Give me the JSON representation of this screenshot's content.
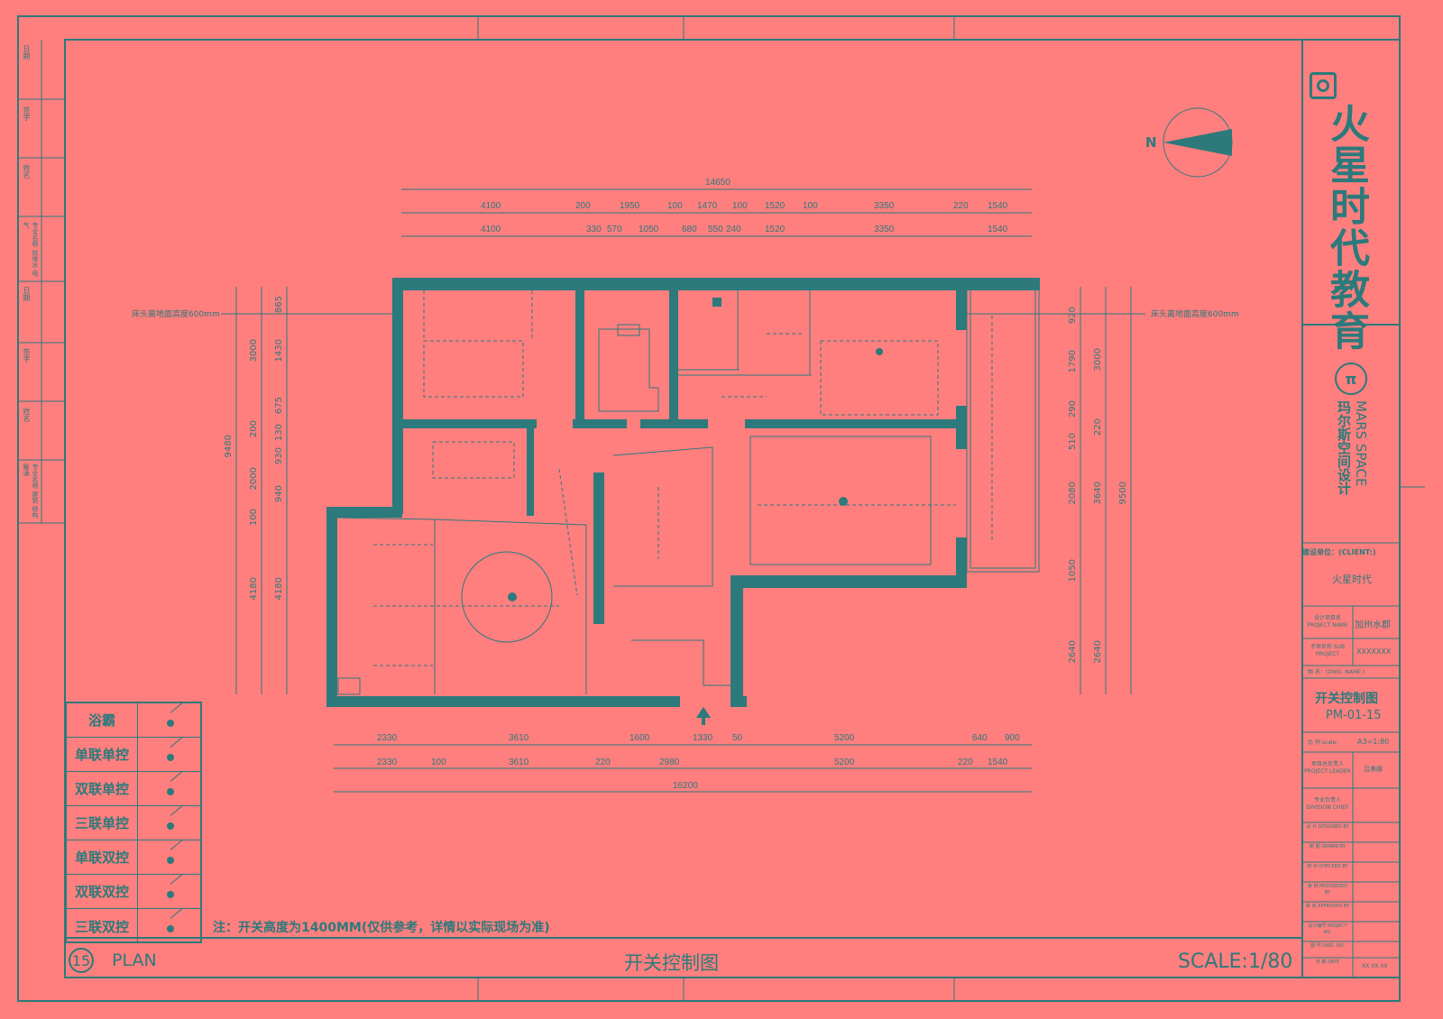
{
  "colors": {
    "background": "#ff7f7f",
    "line": "#2c7a7b",
    "wall": "#2c7a7b"
  },
  "north_label": "N",
  "side_note_left": "床头离地面高度600mm",
  "side_note_right": "床头离地面高度600mm",
  "top_dims": {
    "total": "14650",
    "row1": [
      "4100",
      "200",
      "1950",
      "100",
      "1470",
      "100",
      "1520",
      "100",
      "3350",
      "220",
      "1540"
    ],
    "row2": [
      "4100",
      "330",
      "570",
      "1050",
      "680",
      "550",
      "240",
      "1520",
      "3350",
      "1540"
    ]
  },
  "bottom_dims": {
    "row1": [
      "2330",
      "3610",
      "1600",
      "1330",
      "50",
      "5200",
      "640",
      "900"
    ],
    "row2": [
      "2330",
      "100",
      "3610",
      "220",
      "2980",
      "5200",
      "220",
      "1540"
    ],
    "total": "16200"
  },
  "left_dims": {
    "outer": "9480",
    "col1": [
      "3000",
      "200",
      "2000",
      "100",
      "4180"
    ],
    "col2": [
      "865",
      "1430",
      "675",
      "130",
      "930",
      "940",
      "4180"
    ]
  },
  "right_dims": {
    "col1": [
      "920",
      "1790",
      "290",
      "510",
      "2080",
      "1050",
      "2640"
    ],
    "col2": [
      "3000",
      "220",
      "3640",
      "2640"
    ],
    "outer": "9500"
  },
  "legend": [
    {
      "label": "浴霸"
    },
    {
      "label": "单联单控"
    },
    {
      "label": "双联单控"
    },
    {
      "label": "三联单控"
    },
    {
      "label": "单联双控"
    },
    {
      "label": "双联双控"
    },
    {
      "label": "三联双控"
    }
  ],
  "note": "注：开关高度为1400MM(仅供参考，详情以实际现场为准)",
  "footer": {
    "number": "15",
    "plan": "PLAN",
    "title": "开关控制图",
    "scale": "SCALE:1/80"
  },
  "left_strip": {
    "upper": [
      "日期",
      "签字",
      "姓名",
      "专业名称 给排水 电 气"
    ],
    "lower": [
      "日期",
      "签字",
      "姓名",
      "专业名称 建筑 结构 暖通"
    ]
  },
  "title_block": {
    "brand": "火星时代教育",
    "studio_en": "MARS SPACE",
    "studio_cn": "玛尔斯空间设计",
    "client_label": "建设单位：(CLIENT:)",
    "client": "火星时代",
    "project_name_label": "设计项目名 PROJECT NAME",
    "project_name": "加州水郡",
    "sub_project_label": "子项名称 SUB PROJECT",
    "sub_project": "XXXXXXX",
    "dwg_name_label": "图 名：(DWG. NAME:)",
    "dwg_title": "开关控制图",
    "dwg_no": "PM-01-15",
    "scale_label": "比 例 scale:",
    "scale": "A3=1:80",
    "project_leader_label": "项目总负责人 PROJECT LEADER",
    "project_leader": "吕美娜",
    "division_chief_label": "专业负责人 DIVISION CHIEF",
    "rows": [
      "设 计 DESIGNED BY",
      "制 图 DRAWN BY",
      "校 对 CHECKED BY",
      "审 核 PROCEEDED BY",
      "审 定 APPROVED BY",
      "设计编号 PROJECT NO.",
      "图 号 DWG. NO.",
      "日 期 DATE"
    ],
    "date": "XX XX XX"
  }
}
